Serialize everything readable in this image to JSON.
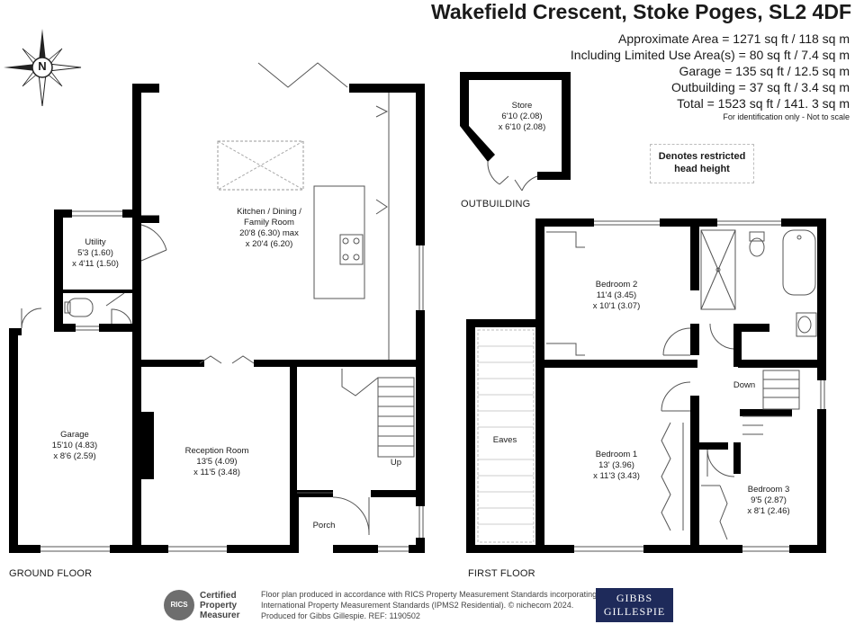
{
  "title": "Wakefield Crescent, Stoke Poges, SL2 4DF",
  "areas": [
    "Approximate Area = 1271 sq ft / 118 sq m",
    "Including Limited Use Area(s) = 80 sq ft / 7.4 sq m",
    "Garage = 135 sq ft / 12.5 sq m",
    "Outbuilding = 37 sq ft / 3.4 sq m",
    "Total = 1523 sq ft / 141. 3 sq m"
  ],
  "disclaimer": "For identification only - Not to scale",
  "compass": {
    "letter": "N"
  },
  "restricted_note": {
    "line1": "Denotes restricted",
    "line2": "head height"
  },
  "floors": {
    "ground": "GROUND FLOOR",
    "first": "FIRST FLOOR",
    "outbuilding": "OUTBUILDING"
  },
  "rooms": {
    "kitchen": {
      "name1": "Kitchen / Dining /",
      "name2": "Family Room",
      "dim1": "20'8 (6.30) max",
      "dim2": "x 20'4 (6.20)"
    },
    "utility": {
      "name": "Utility",
      "dim1": "5'3 (1.60)",
      "dim2": "x 4'11 (1.50)"
    },
    "garage": {
      "name": "Garage",
      "dim1": "15'10 (4.83)",
      "dim2": "x 8'6 (2.59)"
    },
    "reception": {
      "name": "Reception Room",
      "dim1": "13'5 (4.09)",
      "dim2": "x 11'5 (3.48)"
    },
    "porch": {
      "name": "Porch"
    },
    "up": {
      "name": "Up"
    },
    "store": {
      "name": "Store",
      "dim1": "6'10 (2.08)",
      "dim2": "x 6'10 (2.08)"
    },
    "bedroom2": {
      "name": "Bedroom 2",
      "dim1": "11'4 (3.45)",
      "dim2": "x 10'1 (3.07)"
    },
    "bedroom1": {
      "name": "Bedroom 1",
      "dim1": "13' (3.96)",
      "dim2": "x 11'3 (3.43)"
    },
    "bedroom3": {
      "name": "Bedroom 3",
      "dim1": "9'5 (2.87)",
      "dim2": "x 8'1 (2.46)"
    },
    "eaves": {
      "name": "Eaves"
    },
    "down": {
      "name": "Down"
    }
  },
  "footer": {
    "rics_logo": "RICS",
    "rics_line1": "Certified",
    "rics_line2": "Property",
    "rics_line3": "Measurer",
    "note": "Floor plan produced in accordance with RICS Property Measurement Standards incorporating International Property Measurement Standards (IPMS2 Residential). © nichecom 2024. Produced for Gibbs Gillespie.  REF: 1190502",
    "brand_line1": "GIBBS",
    "brand_line2": "GILLESPIE"
  }
}
